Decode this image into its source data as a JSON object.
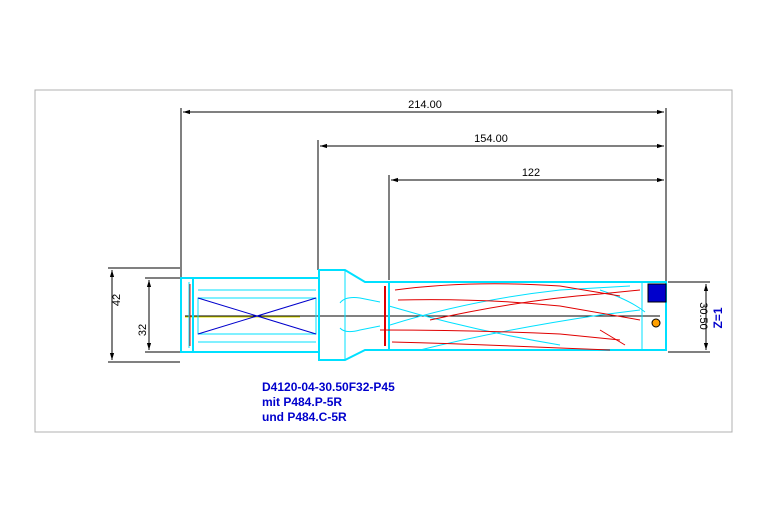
{
  "drawing": {
    "dimensions": {
      "total_length": "214.00",
      "body_length": "154.00",
      "flute_length": "122",
      "shank_height": "42",
      "shank_diameter": "32",
      "drill_diameter": "30.50",
      "teeth": "Z=1"
    },
    "part_info": {
      "part_number": "D4120-04-30.50F32-P45",
      "insert_line_1": "mit P484.P-5R",
      "insert_line_2": "und P484.C-5R"
    },
    "colors": {
      "frame": "#b0b0b0",
      "dimension": "#000000",
      "outline": "#00e0ff",
      "flute": "#e00000",
      "insert": "#0000cc",
      "label": "#0000cc",
      "centerline": "#e0e000"
    }
  }
}
